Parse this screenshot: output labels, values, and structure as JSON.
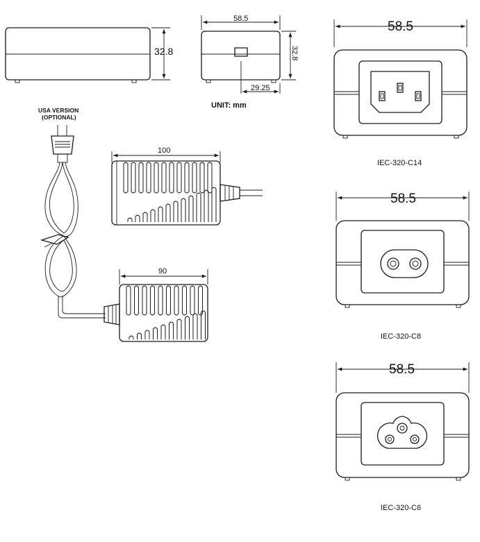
{
  "dimensions": {
    "side_height": "32.8",
    "front_width": "58.5",
    "front_height": "32.8",
    "front_half_width": "29.25",
    "top_length_c14": "100",
    "top_length_c8": "90"
  },
  "labels": {
    "unit": "UNIT: mm",
    "plug_line1": "USA VERSION",
    "plug_line2": "(OPTIONAL)"
  },
  "connectors": [
    {
      "width": "58.5",
      "caption": "IEC-320-C14"
    },
    {
      "width": "58.5",
      "caption": "IEC-320-C8"
    },
    {
      "width": "58.5",
      "caption": "IEC-320-C6"
    }
  ],
  "colors": {
    "line": "#1a1a1a",
    "background": "#ffffff"
  }
}
